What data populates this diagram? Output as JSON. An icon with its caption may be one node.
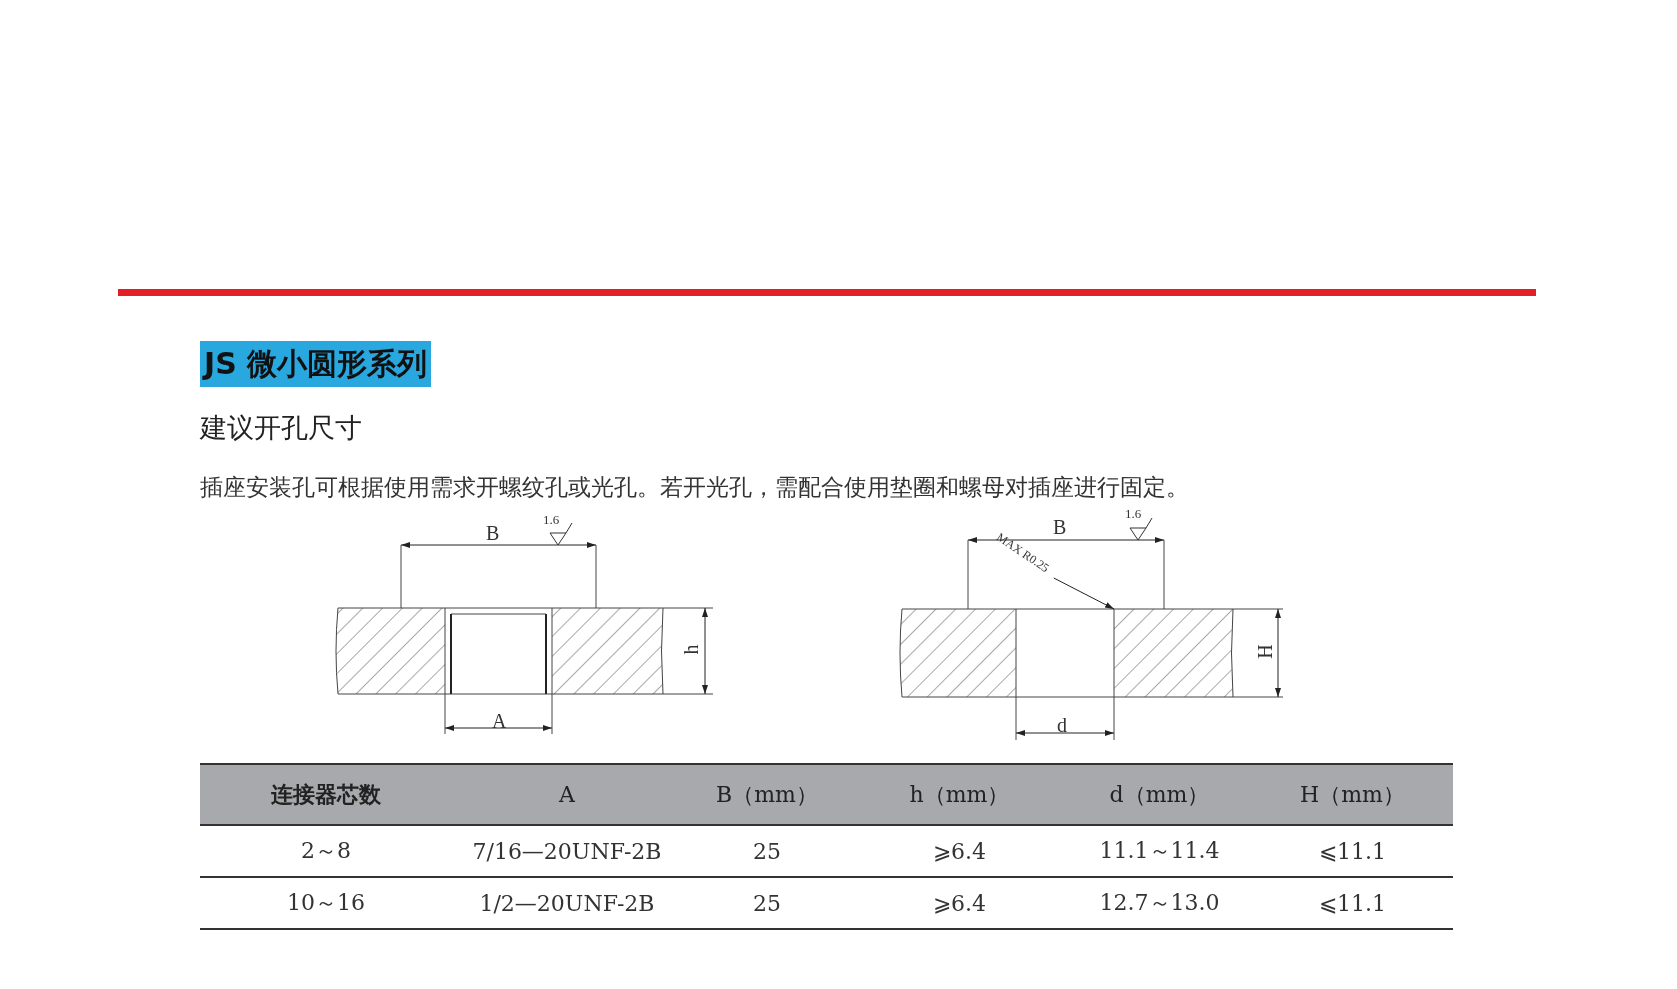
{
  "diagram": {
    "title": "JS 微小圆形系列",
    "nodes": [
      {
        "text": [
          "MAX R0.25"
        ]
      },
      {
        "text": [],
        "shape": "picture"
      }
    ],
    "edges": [
      {
        "from": 0,
        "to": 1,
        "arrow": "to"
      }
    ],
    "labels": [
      "建议开孔尺寸",
      "插座安装孔可根据使用需求开螺纹孔或光孔。若开光孔，需配合使用垫圈和螺母对插座进行固定。",
      "B",
      "1.6",
      "h",
      "A",
      "B",
      "1.6",
      "H",
      "d",
      "连接器芯数",
      "A",
      "B（mm）",
      "h（mm）",
      "d（mm）",
      "H（mm）",
      "2～8",
      "7/16—20UNF-2B",
      "25",
      "⩾6.4",
      "11.1～11.4",
      "⩽11.1",
      "10～16",
      "1/2—20UNF-2B",
      "25",
      "⩾6.4",
      "12.7～13.0",
      "⩽11.1"
    ]
  }
}
